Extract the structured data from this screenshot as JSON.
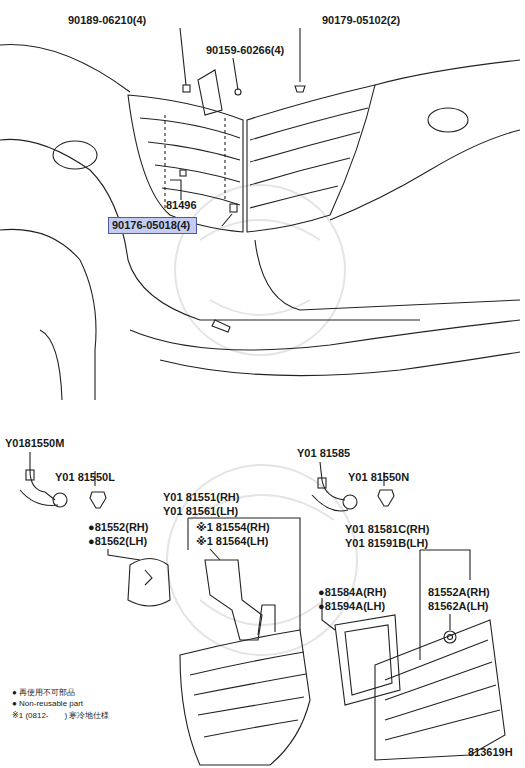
{
  "diagram": {
    "nodes": [
      {
        "text": [
          "90176-05018(4)"
        ]
      }
    ],
    "labels": [
      "90189-06210(4)",
      "90159-60266(4)",
      "90179-05102(2)",
      "81496",
      "Y0181550M",
      "Y01 81550L",
      "Y01 81551(RH)",
      "Y01 81561(LH)",
      "●81552(RH)",
      "●81562(LH)",
      "※1 81554(RH)",
      "※1 81564(LH)",
      "Y01 81585",
      "Y01 81550N",
      "Y01 81581C(RH)",
      "Y01 81591B(LH)",
      "●81584A(RH)",
      "●81594A(LH)",
      "81552A(RH)",
      "81562A(LH)",
      "● 再使用不可部品",
      "● Non-reusable part",
      "※1 (0812-　　) 寒冷地仕様",
      "813619H"
    ]
  }
}
